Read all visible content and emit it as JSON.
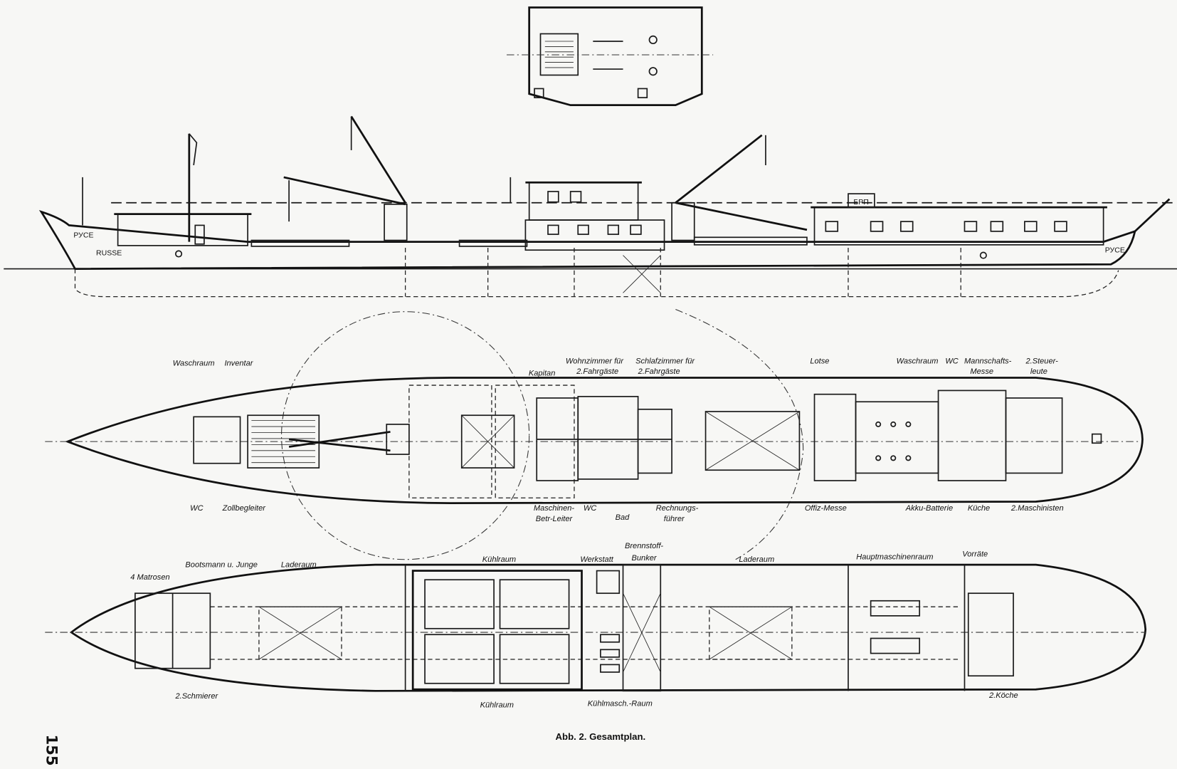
{
  "caption": "Abb. 2. Gesamtplan.",
  "page_number": "155",
  "hull_names": {
    "bow_cyrillic": "РУСЕ",
    "bow_latin": "RUSSE",
    "stern_cyrillic": "РУСЕ",
    "deckhouse_sign": "БРП"
  },
  "deck_plan": {
    "top_labels": [
      "Waschraum",
      "Inventar",
      "Kapitan",
      "Wohnzimmer für",
      "2.Fahrgäste",
      "Schlafzimmer für",
      "2.Fahrgäste",
      "Lotse",
      "Waschraum",
      "WC",
      "Mannschafts-",
      "Messe",
      "2.Steuer-",
      "leute"
    ],
    "bottom_labels": [
      "WC",
      "Zollbegleiter",
      "Maschinen-",
      "Betr-Leiter",
      "WC",
      "Bad",
      "Rechnungs-",
      "führer",
      "Offiz-Messe",
      "Akku-Batterie",
      "Küche",
      "2.Maschinisten"
    ]
  },
  "hold_plan": {
    "top_labels": [
      "4 Matrosen",
      "Bootsmann u. Junge",
      "Laderaum",
      "Kühlraum",
      "Werkstatt",
      "Brennstoff-",
      "Bunker",
      "Laderaum",
      "Hauptmaschinenraum",
      "Vorräte"
    ],
    "bottom_labels": [
      "2.Schmierer",
      "Kühlraum",
      "Kühlmasch.-Raum",
      "2.Köche"
    ]
  }
}
